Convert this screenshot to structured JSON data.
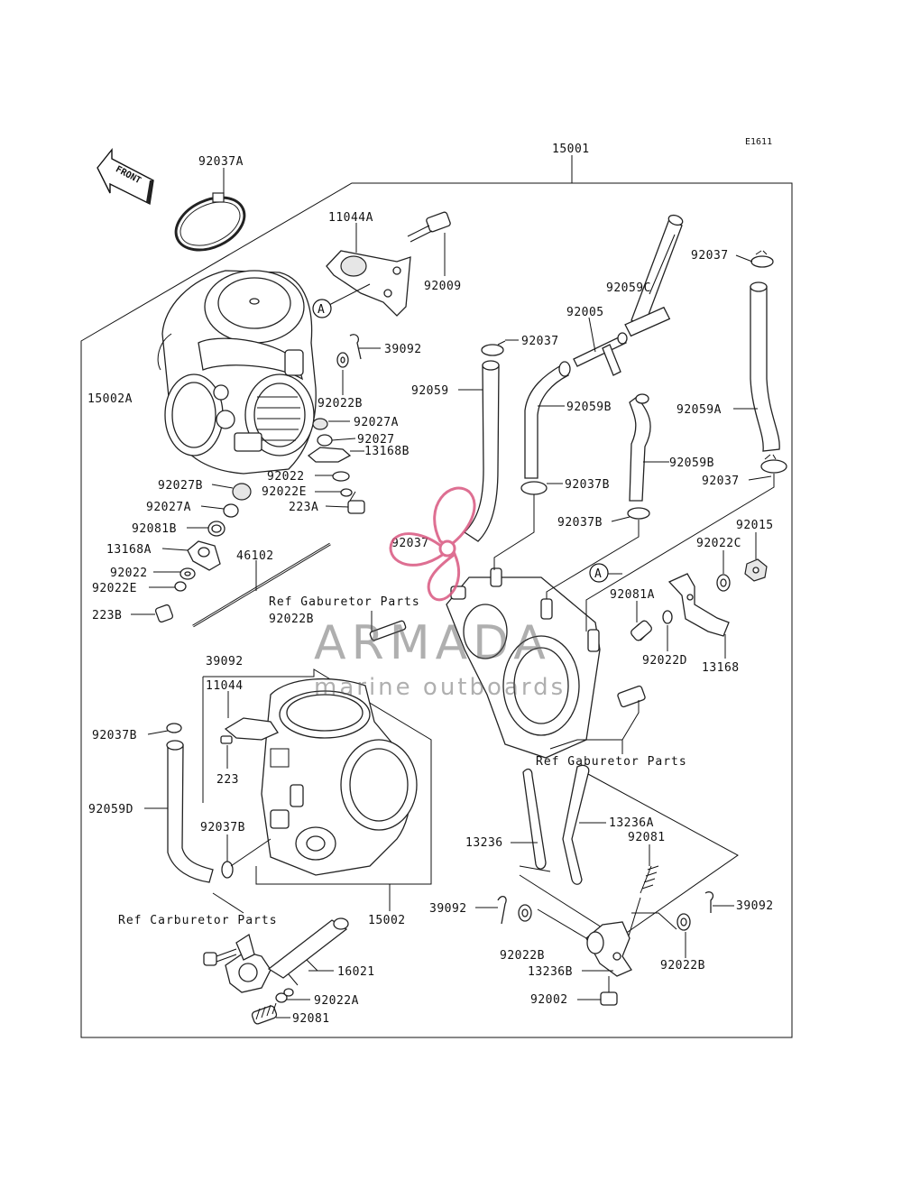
{
  "diagram_code": "E1611",
  "front_label": "FRONT",
  "watermark": {
    "brand": "ARMADA",
    "tagline": "marine outboards",
    "logo_color": "#d9567f"
  },
  "labels": {
    "p15001": "15001",
    "p92037A": "92037A",
    "p11044A": "11044A",
    "p92009": "92009",
    "p92037_top": "92037",
    "p92059C": "92059C",
    "p92005": "92005",
    "p92037_mid": "92037",
    "p39092_top": "39092",
    "p92059": "92059",
    "p92059B_1": "92059B",
    "p92059A": "92059A",
    "p15002A": "15002A",
    "p92022B_top": "92022B",
    "p92027A_top": "92027A",
    "p92027": "92027",
    "p13168B": "13168B",
    "p92059B_2": "92059B",
    "p92037_right": "92037",
    "p92022": "92022",
    "p92022E_top": "92022E",
    "p92037B_1": "92037B",
    "p92027B": "92027B",
    "p92027A_left": "92027A",
    "p223A": "223A",
    "p92037B_2": "92037B",
    "p92015": "92015",
    "p92081B": "92081B",
    "p92037_left": "92037",
    "p92022C": "92022C",
    "p13168A": "13168A",
    "p46102": "46102",
    "p92022_left": "92022",
    "p92022E_left": "92022E",
    "p92081A": "92081A",
    "p223B": "223B",
    "p92022B_mid": "92022B",
    "p92022D": "92022D",
    "p13168": "13168",
    "p39092_mid": "39092",
    "p11044": "11044",
    "p92037B_3": "92037B",
    "p223": "223",
    "p92059D": "92059D",
    "p92037B_4": "92037B",
    "p13236": "13236",
    "p13236A": "13236A",
    "p92081_right": "92081",
    "p15002": "15002",
    "p39092_b1": "39092",
    "p39092_b2": "39092",
    "p16021": "16021",
    "p92022B_b1": "92022B",
    "p92022B_b2": "92022B",
    "p13236B": "13236B",
    "p92022A": "92022A",
    "p92002": "92002",
    "p92081_bottom": "92081",
    "marker_A_1": "A",
    "marker_A_2": "A"
  },
  "refs": {
    "ref1": "Ref Gaburetor Parts",
    "ref2": "Ref Gaburetor Parts",
    "ref3": "Ref Carburetor Parts"
  }
}
